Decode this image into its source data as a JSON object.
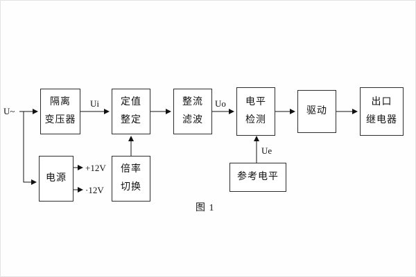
{
  "labels": {
    "input": "U~",
    "ui": "Ui",
    "uo": "Uo",
    "ue": "Ue",
    "plus12": "+12V",
    "minus12": "·12V",
    "caption": "图 1"
  },
  "boxes": {
    "isolation_transformer": {
      "line1": "隔离",
      "line2": "变压器"
    },
    "value_setting": {
      "line1": "定值",
      "line2": "整定"
    },
    "rectify_filter": {
      "line1": "整流",
      "line2": "滤波"
    },
    "level_detect": {
      "line1": "电平",
      "line2": "检测"
    },
    "drive": {
      "line1": "驱动"
    },
    "output_relay": {
      "line1": "出口",
      "line2": "继电器"
    },
    "power": {
      "line1": "电源"
    },
    "ratio_switch": {
      "line1": "倍率",
      "line2": "切换"
    },
    "reference_level": {
      "line1": "参考电平"
    }
  },
  "colors": {
    "wire": "#111111",
    "box_border": "#2b2b2b",
    "background": "#fefefe"
  }
}
